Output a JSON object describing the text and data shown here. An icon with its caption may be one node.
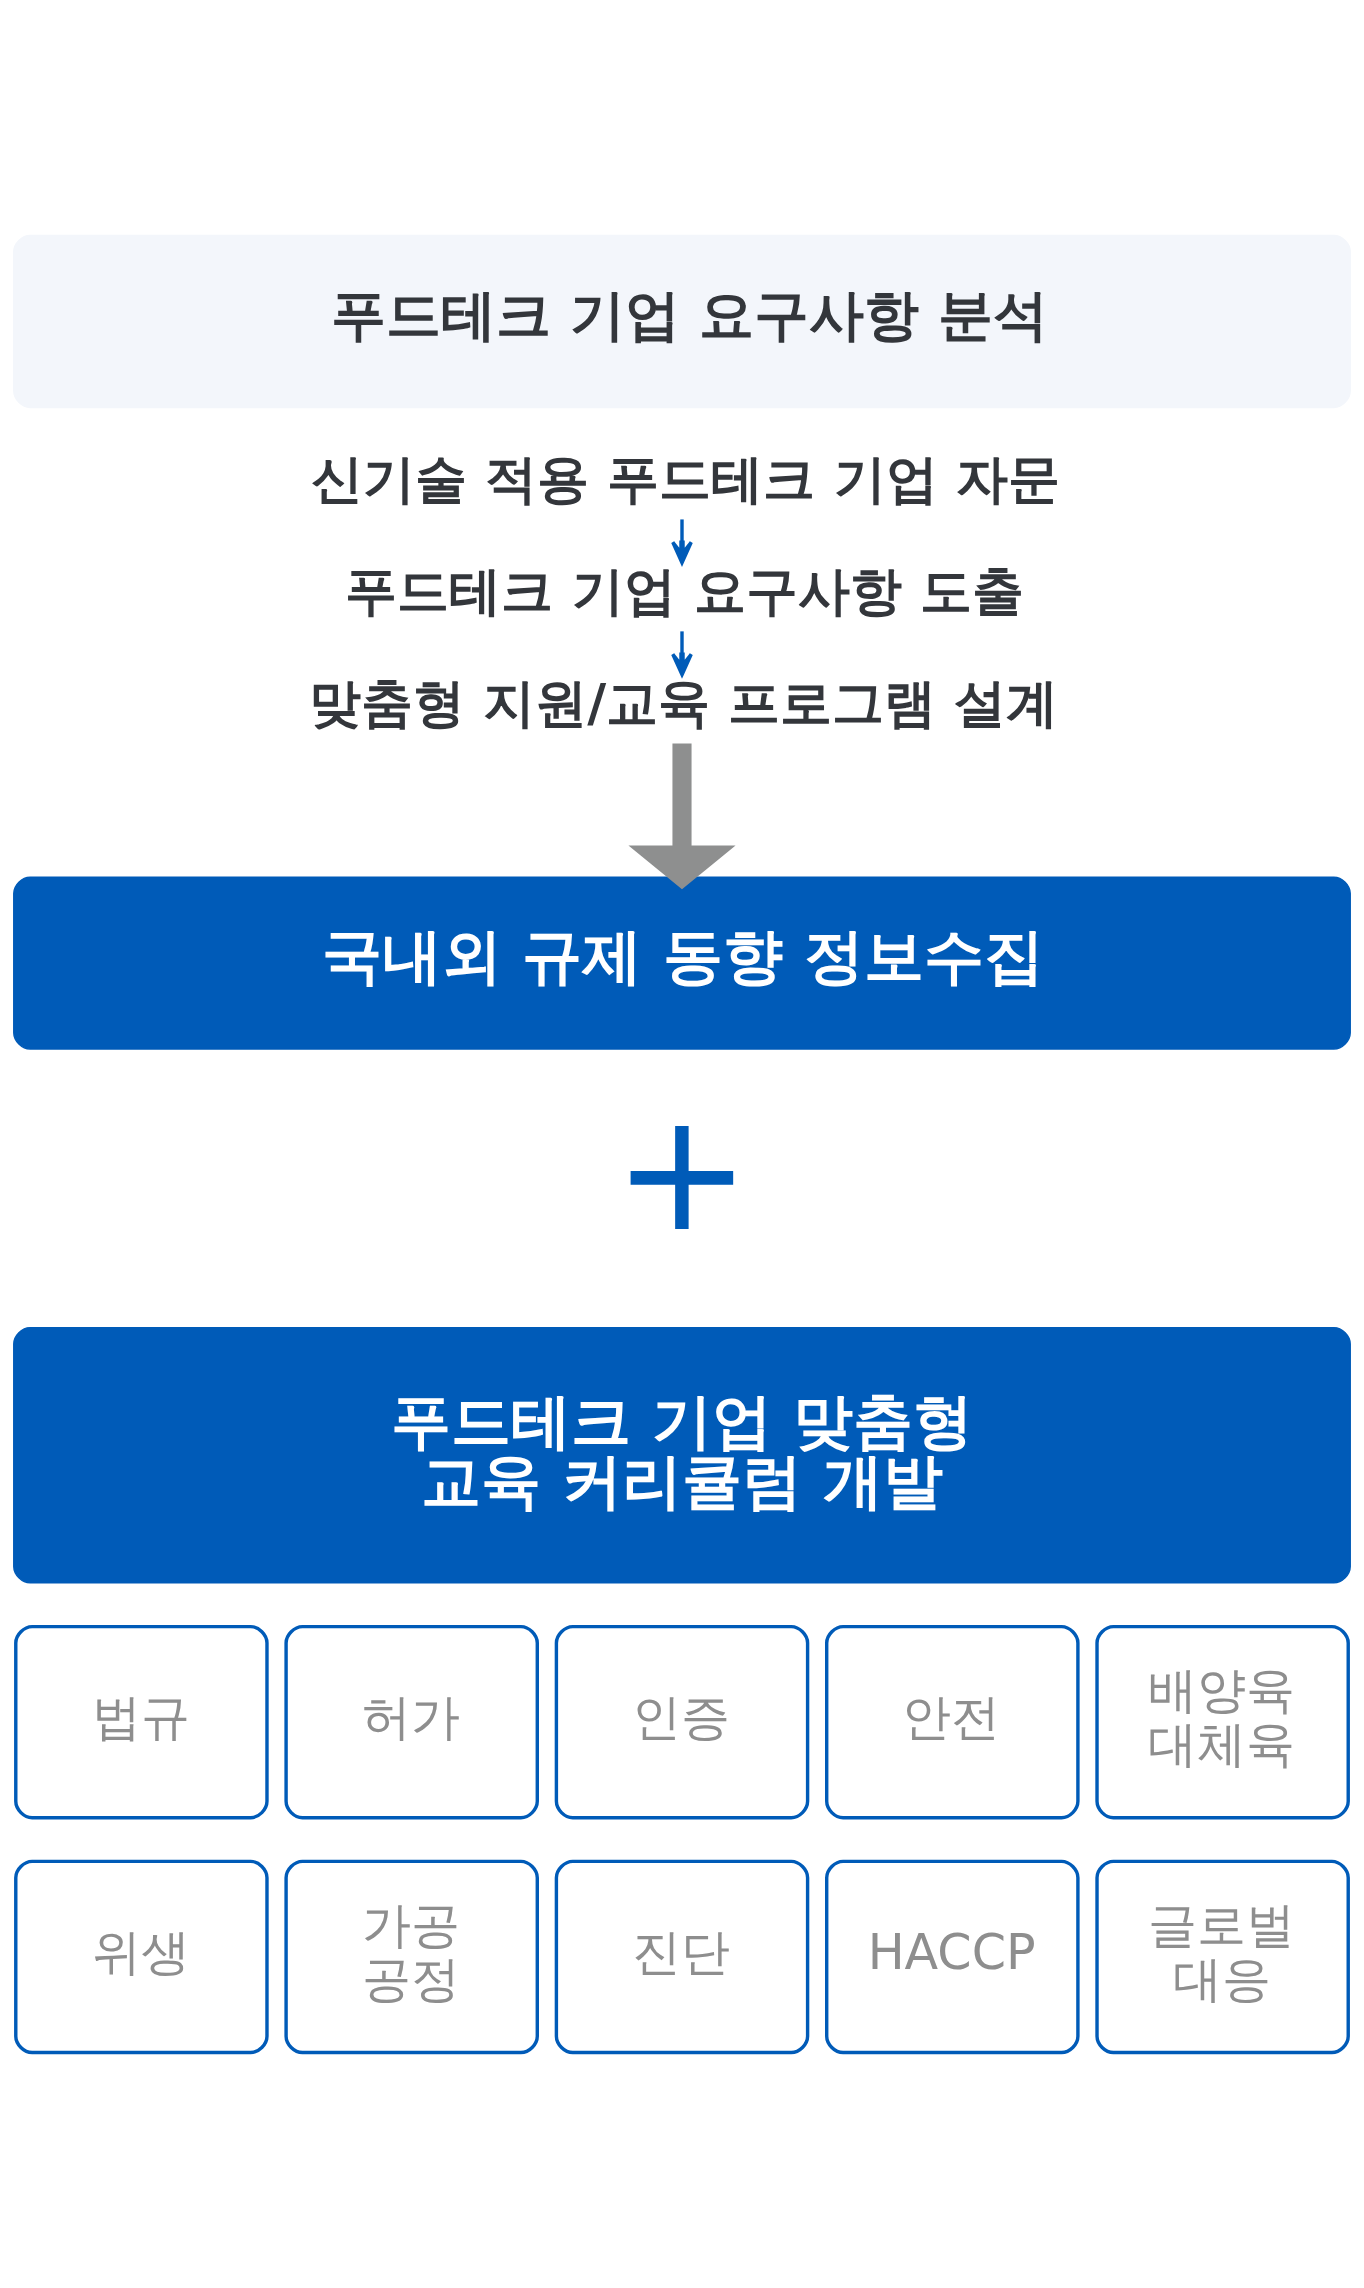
{
  "diagram": {
    "nodes": [
      {
        "text": [
          "푸드테크 기업 요구사항 분석"
        ]
      },
      {
        "text": [
          "신기술 적용 푸드테크 기업 자문"
        ]
      },
      {
        "text": [
          "푸드테크 기업 요구사항 도출"
        ]
      },
      {
        "text": [
          "맞춤형 지원/교육 프로그램 설계"
        ]
      },
      {
        "text": [
          "국내외 규제 동향 정보수집"
        ]
      },
      {
        "text": [
          "푸드테크 기업 맞춤형 교육 커리큘럼 개발"
        ]
      },
      {
        "text": [
          "법규"
        ]
      },
      {
        "text": [
          "허가"
        ]
      },
      {
        "text": [
          "인증"
        ]
      },
      {
        "text": [
          "안전"
        ]
      },
      {
        "text": [
          "배양육 대체육"
        ]
      },
      {
        "text": [
          "위생"
        ]
      },
      {
        "text": [
          "가공 공정"
        ]
      },
      {
        "text": [
          "진단"
        ]
      },
      {
        "text": [
          "HACCP"
        ]
      },
      {
        "text": [
          "글로벌 대응"
        ]
      }
    ],
    "edges": [
      {
        "from": 1,
        "to": 2,
        "arrow": "to"
      },
      {
        "from": 2,
        "to": 3,
        "arrow": "to"
      },
      {
        "from": 3,
        "to": 4,
        "arrow": "to",
        "style": "thick",
        "color": "#8e8f8f"
      }
    ],
    "labels": [
      "+"
    ]
  }
}
